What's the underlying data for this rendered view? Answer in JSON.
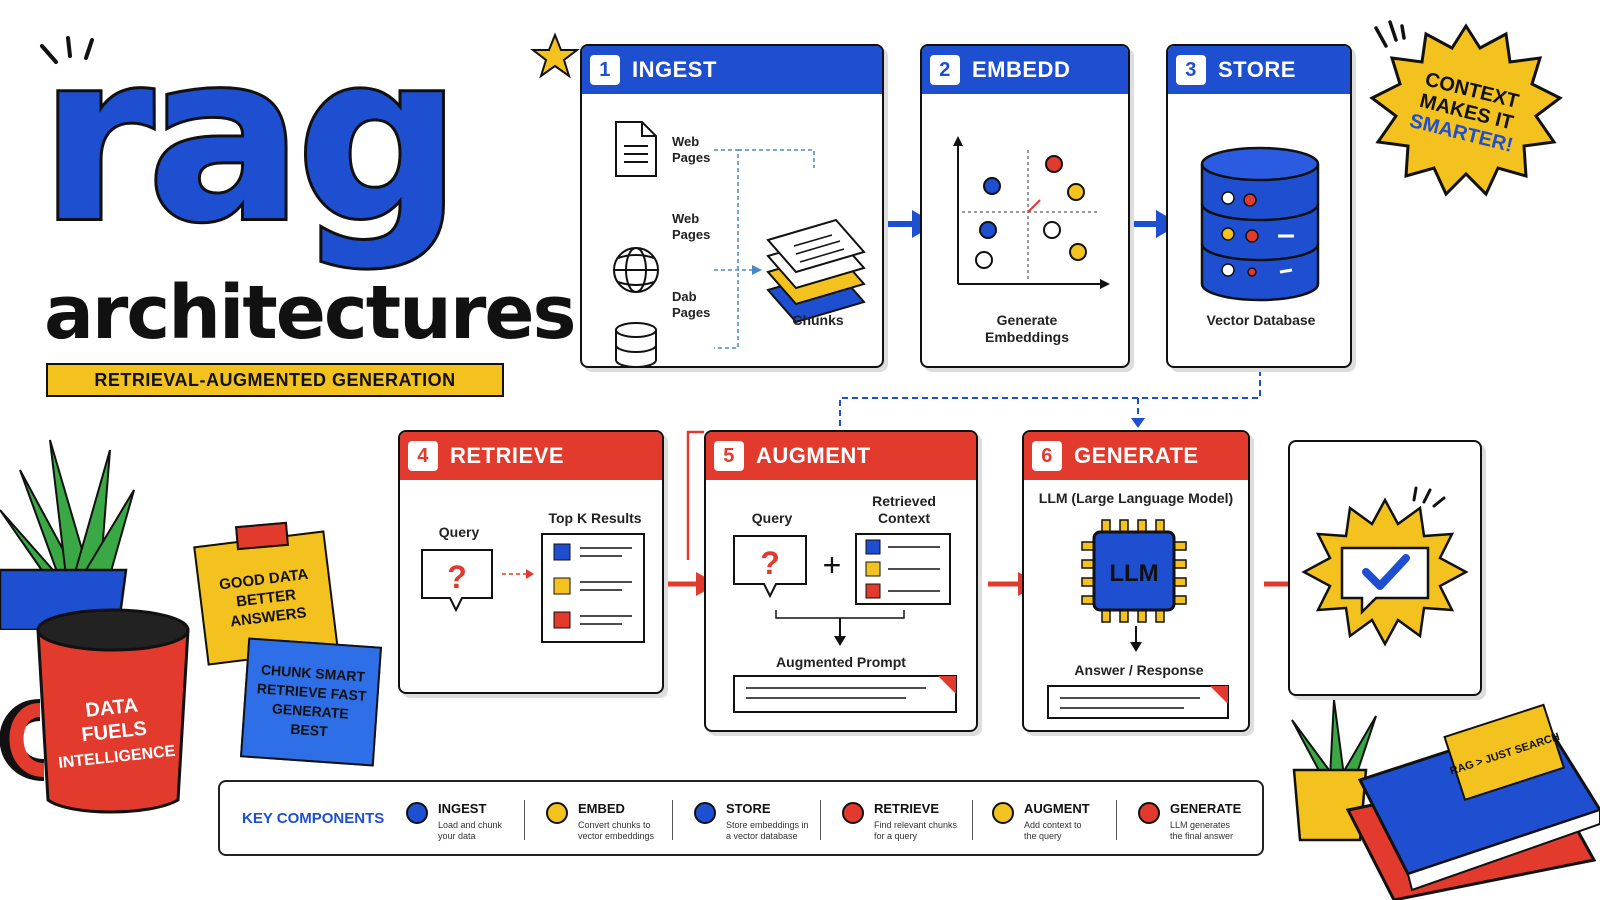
{
  "title": {
    "main": "rag",
    "sub": "architectures",
    "tagline": "RETRIEVAL-AUGMENTED GENERATION"
  },
  "burst": {
    "line1": "CONTEXT",
    "line2": "MAKES IT",
    "line3": "SMARTER!"
  },
  "steps": [
    {
      "num": "1",
      "title": "INGEST",
      "sources": [
        {
          "icon": "document-icon",
          "label": "Web Pages"
        },
        {
          "icon": "globe-icon",
          "label": "Web Pages"
        },
        {
          "icon": "database-icon",
          "label": "Dab Pages"
        }
      ],
      "output": "Chunks"
    },
    {
      "num": "2",
      "title": "EMBEDD",
      "caption": "Generate Embeddings"
    },
    {
      "num": "3",
      "title": "STORE",
      "caption": "Vector Database"
    },
    {
      "num": "4",
      "title": "RETRIEVE",
      "query": "Query",
      "results": "Top K Results"
    },
    {
      "num": "5",
      "title": "AUGMENT",
      "query": "Query",
      "context": "Retrieved Context",
      "prompt": "Augmented Prompt"
    },
    {
      "num": "6",
      "title": "GENERATE",
      "model": "LLM (Large Language Model)",
      "chip": "LLM",
      "answer": "Answer / Response"
    }
  ],
  "notes": {
    "yellow": "GOOD DATA BETTER ANSWERS",
    "blue": "CHUNK SMART RETRIEVE FAST GENERATE BEST",
    "mug": "DATA FUELS INTELLIGENCE",
    "book": "RAG > JUST SEARCH"
  },
  "legend": {
    "title": "KEY COMPONENTS",
    "items": [
      {
        "name": "INGEST",
        "desc": "Load and chunk your data",
        "color": "#1f4fd1"
      },
      {
        "name": "EMBED",
        "desc": "Convert chunks to vector embeddings",
        "color": "#f4c21f"
      },
      {
        "name": "STORE",
        "desc": "Store embeddings in a vector database",
        "color": "#1f4fd1"
      },
      {
        "name": "RETRIEVE",
        "desc": "Find relevant chunks for a query",
        "color": "#e23b2e"
      },
      {
        "name": "AUGMENT",
        "desc": "Add context to the query",
        "color": "#f4c21f"
      },
      {
        "name": "GENERATE",
        "desc": "LLM generates the final answer",
        "color": "#e23b2e"
      }
    ]
  },
  "colors": {
    "blue": "#1f4fd1",
    "red": "#e23b2e",
    "yellow": "#f4c21f",
    "green": "#3aa845"
  }
}
